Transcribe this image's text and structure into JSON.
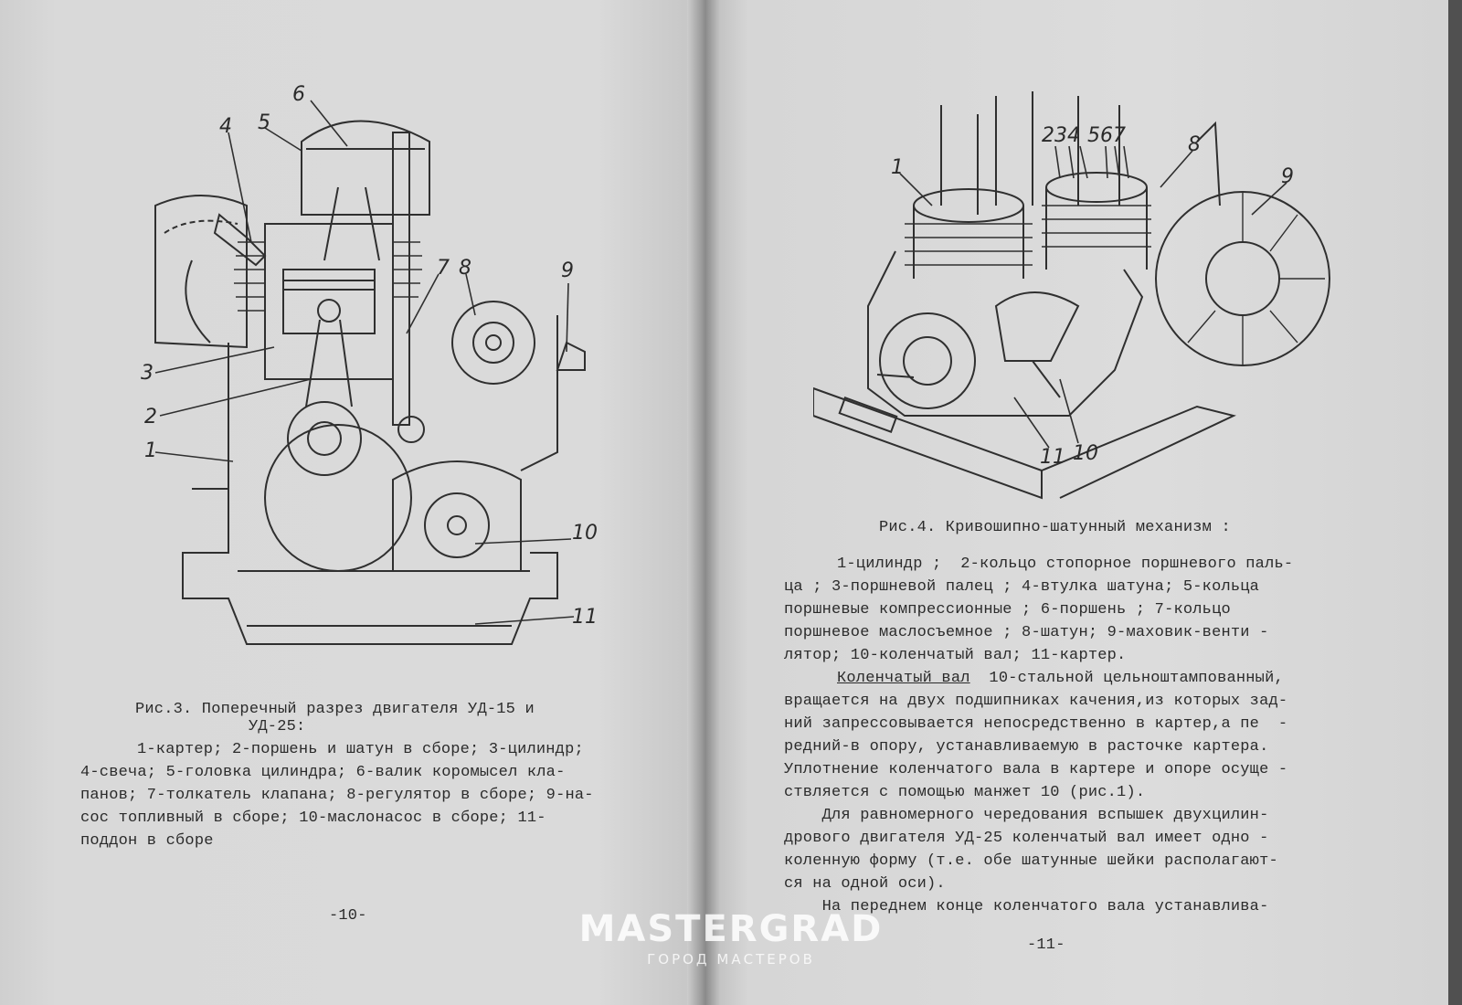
{
  "left_page": {
    "figure": {
      "callouts": [
        "1",
        "2",
        "3",
        "4",
        "5",
        "6",
        "7",
        "8",
        "9",
        "10",
        "11"
      ]
    },
    "caption_lines": [
      "Рис.3. Поперечный разрез двигателя УД-15 и",
      "УД-25:"
    ],
    "legend_lines": [
      "1-картер; 2-поршень и шатун в сборе; 3-цилиндр;",
      "4-свеча; 5-головка цилиндра; 6-валик коромысел кла-",
      "панов; 7-толкатель клапана; 8-регулятор в сборе; 9-на-",
      "сос топливный в сборе; 10-маслонасос в сборе; 11-",
      "поддон в сборе"
    ],
    "page_number": "-10-"
  },
  "right_page": {
    "figure": {
      "callouts": [
        "1",
        "2",
        "3",
        "4",
        "5",
        "6",
        "7",
        "8",
        "9",
        "10",
        "11"
      ]
    },
    "caption": "Рис.4. Кривошипно-шатунный механизм :",
    "legend_lines": [
      "1-цилиндр ;  2-кольцо стопорное поршневого паль-",
      "ца ; 3-поршневой палец ; 4-втулка шатуна; 5-кольца",
      "поршневые компрессионные ; 6-поршень ; 7-кольцо",
      "поршневое маслосъемное ; 8-шатун; 9-маховик-венти -",
      "лятор; 10-коленчатый вал; 11-картер."
    ],
    "section_heading": "Коленчатый вал",
    "body_first_line_rest": "  10-стальной цельноштампованный,",
    "body_lines": [
      "вращается на двух подшипниках качения,из которых зад-",
      "ний запрессовывается непосредственно в картер,а пе  -",
      "редний-в опору, устанавливаемую в расточке картера.",
      "Уплотнение коленчатого вала в картере и опоре осуще -",
      "ствляется с помощью манжет 10 (рис.1).",
      "    Для равномерного чередования вспышек двухцилин-",
      "дрового двигателя УД-25 коленчатый вал имеет одно -",
      "коленную форму (т.е. обе шатунные шейки располагают-",
      "ся на одной оси).",
      "    На переднем конце коленчатого вала устанавлива-"
    ],
    "page_number": "-11-"
  },
  "watermark": {
    "title": "MASTERGRAD",
    "subtitle": "ГОРОД МАСТЕРОВ"
  }
}
